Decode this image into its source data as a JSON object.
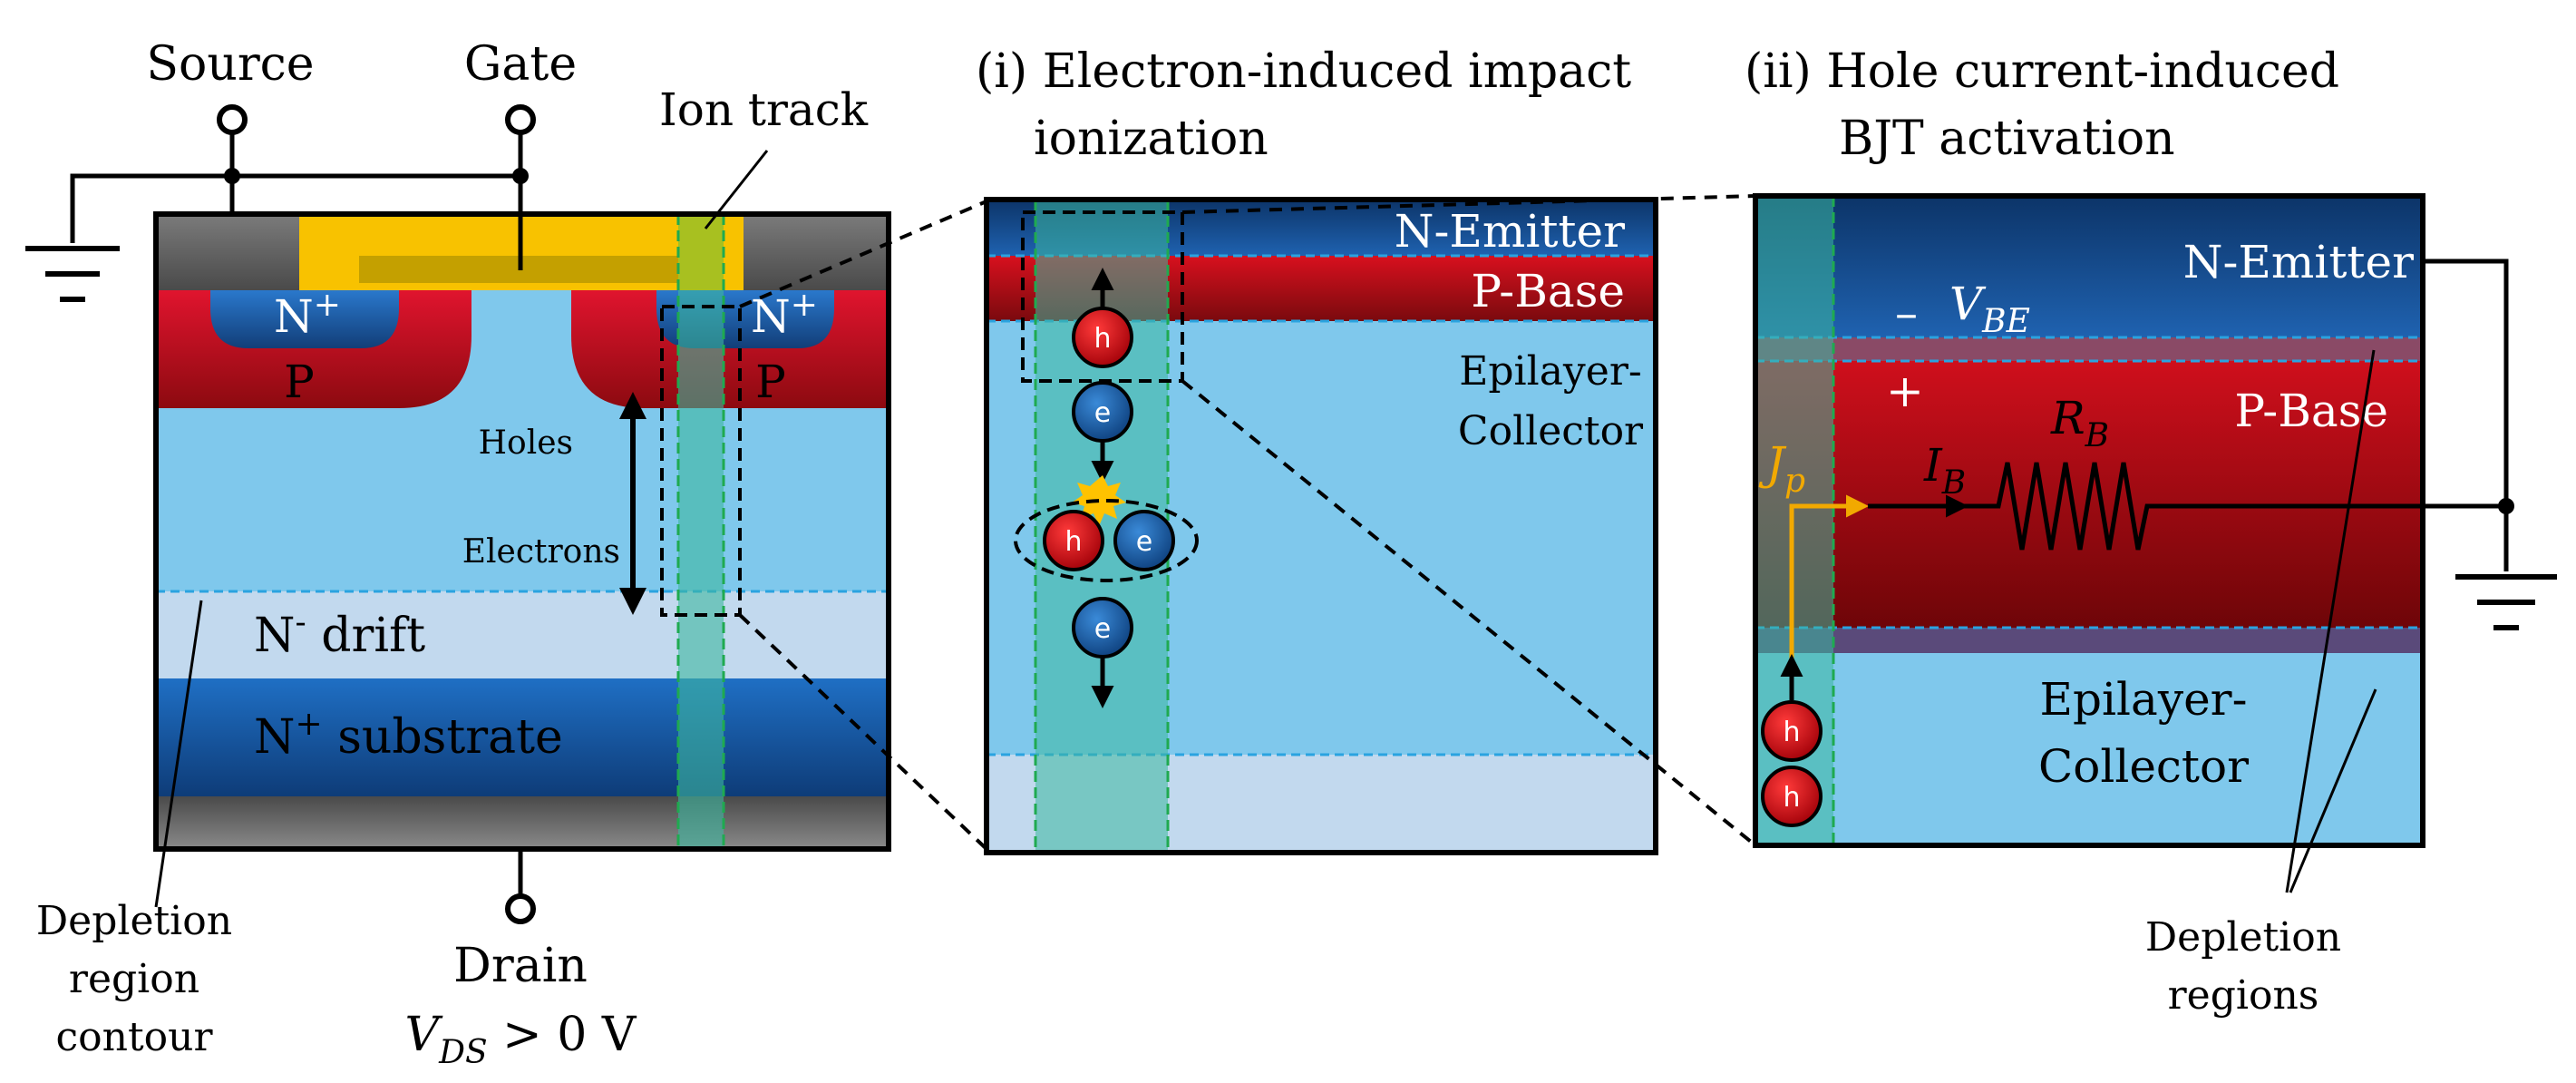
{
  "colors": {
    "metal_gray": "#5a5a5a",
    "gate_yellow": "#f8c200",
    "gate_poly": "#c4a000",
    "p_red": "#c8102e",
    "n_plus_blue": "#1c5aa8",
    "epi_light_blue": "#7fc8ec",
    "drift_pale_blue": "#c2d9ee",
    "substrate_blue": "#1a62b0",
    "ion_track_green": "#3db8a0",
    "depletion_dash": "#2aa3e0",
    "current_orange": "#f2a900",
    "hole_red": "#d0101c",
    "electron_blue": "#1a63b2"
  },
  "terminals": {
    "source": "Source",
    "gate": "Gate",
    "drain": "Drain",
    "vds_var": "V",
    "vds_sub": "DS",
    "vds_cond": "> 0 V"
  },
  "mosfet": {
    "ion_track_label": "Ion track",
    "nplus_label": "N",
    "nplus_sup": "+",
    "p_label": "P",
    "holes_label": "Holes",
    "electrons_label": "Electrons",
    "drift_label": "N",
    "drift_sup": "-",
    "drift_rest": " drift",
    "substrate_label": "N",
    "substrate_sup": "+",
    "substrate_rest": " substrate",
    "depletion_line1": "Depletion",
    "depletion_line2": "region",
    "depletion_line3": "contour"
  },
  "panel_i": {
    "title_line1": "(i) Electron-induced impact",
    "title_line2": "ionization",
    "emitter_label": "N-Emitter",
    "base_label": "P-Base",
    "collector_line1": "Epilayer-",
    "collector_line2": "Collector",
    "hole_symbol": "h",
    "electron_symbol": "e"
  },
  "panel_ii": {
    "title_line1": "(ii) Hole current-induced",
    "title_line2": "BJT activation",
    "emitter_label": "N-Emitter",
    "base_label": "P-Base",
    "collector_line1": "Epilayer-",
    "collector_line2": "Collector",
    "minus_sign": "–",
    "plus_sign": "+",
    "vbe_var": "V",
    "vbe_sub": "BE",
    "rb_var": "R",
    "rb_sub": "B",
    "ib_var": "I",
    "ib_sub": "B",
    "jp_var": "J",
    "jp_sub": "p",
    "hole_symbol": "h",
    "depletion_line1": "Depletion",
    "depletion_line2": "regions"
  }
}
